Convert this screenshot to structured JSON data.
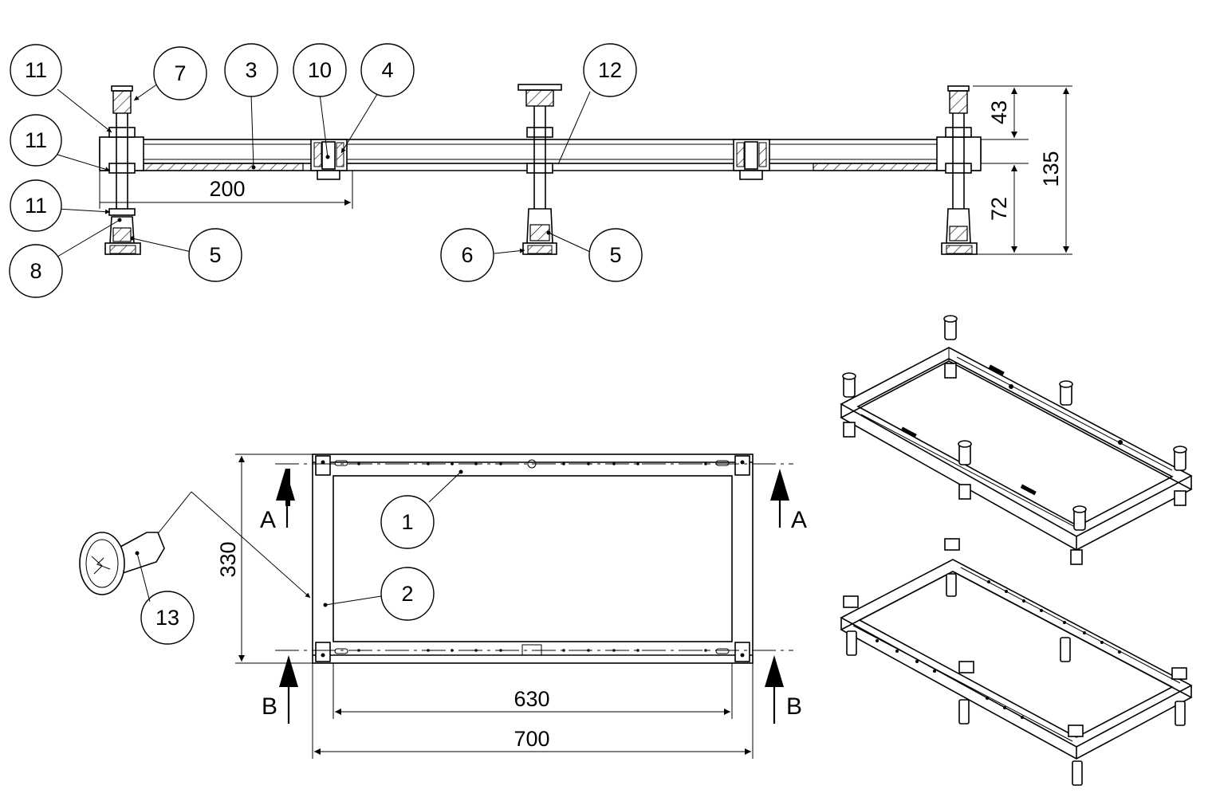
{
  "callouts": {
    "c11a": "11",
    "c7": "7",
    "c3": "3",
    "c10": "10",
    "c4": "4",
    "c12": "12",
    "c11b": "11",
    "c11c": "11",
    "c8": "8",
    "c5a": "5",
    "c6": "6",
    "c5b": "5",
    "c1": "1",
    "c2": "2",
    "c13": "13"
  },
  "dimensions": {
    "d200": "200",
    "d43": "43",
    "d135": "135",
    "d72": "72",
    "d330": "330",
    "d630": "630",
    "d700": "700"
  },
  "sections": {
    "a_left": "A",
    "a_right": "A",
    "b_left": "B",
    "b_right": "B"
  }
}
